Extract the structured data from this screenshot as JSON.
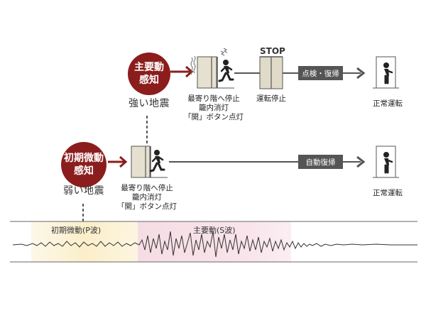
{
  "strong": {
    "circle_line1": "主要動",
    "circle_line2": "感知",
    "quake_label": "強い地震",
    "step1_lines": [
      "最寄り階へ停止",
      "籠内消灯",
      "「開」ボタン点灯"
    ],
    "step2_label": "運転停止",
    "stop_sign": "STOP",
    "tag": "点検・復帰",
    "end_label": "正常運転"
  },
  "weak": {
    "circle_line1": "初期微動",
    "circle_line2": "感知",
    "quake_label": "弱い地震",
    "step1_lines": [
      "最寄り階へ停止",
      "籠内消灯",
      "「開」ボタン点灯"
    ],
    "tag": "自動復帰",
    "end_label": "正常運転"
  },
  "wave": {
    "p_label": "初期微動(P波)",
    "s_label": "主要動(S波)"
  },
  "colors": {
    "accent": "#8b1d1d",
    "tag": "#555555",
    "line": "#555555",
    "p_zone": "#fbf2d8",
    "s_zone": "#f8e1e6"
  },
  "icons": [
    "elevator-door-icon",
    "person-exiting-icon",
    "stopped-elevator-icon",
    "arrow-right-icon",
    "vibration-icon"
  ]
}
